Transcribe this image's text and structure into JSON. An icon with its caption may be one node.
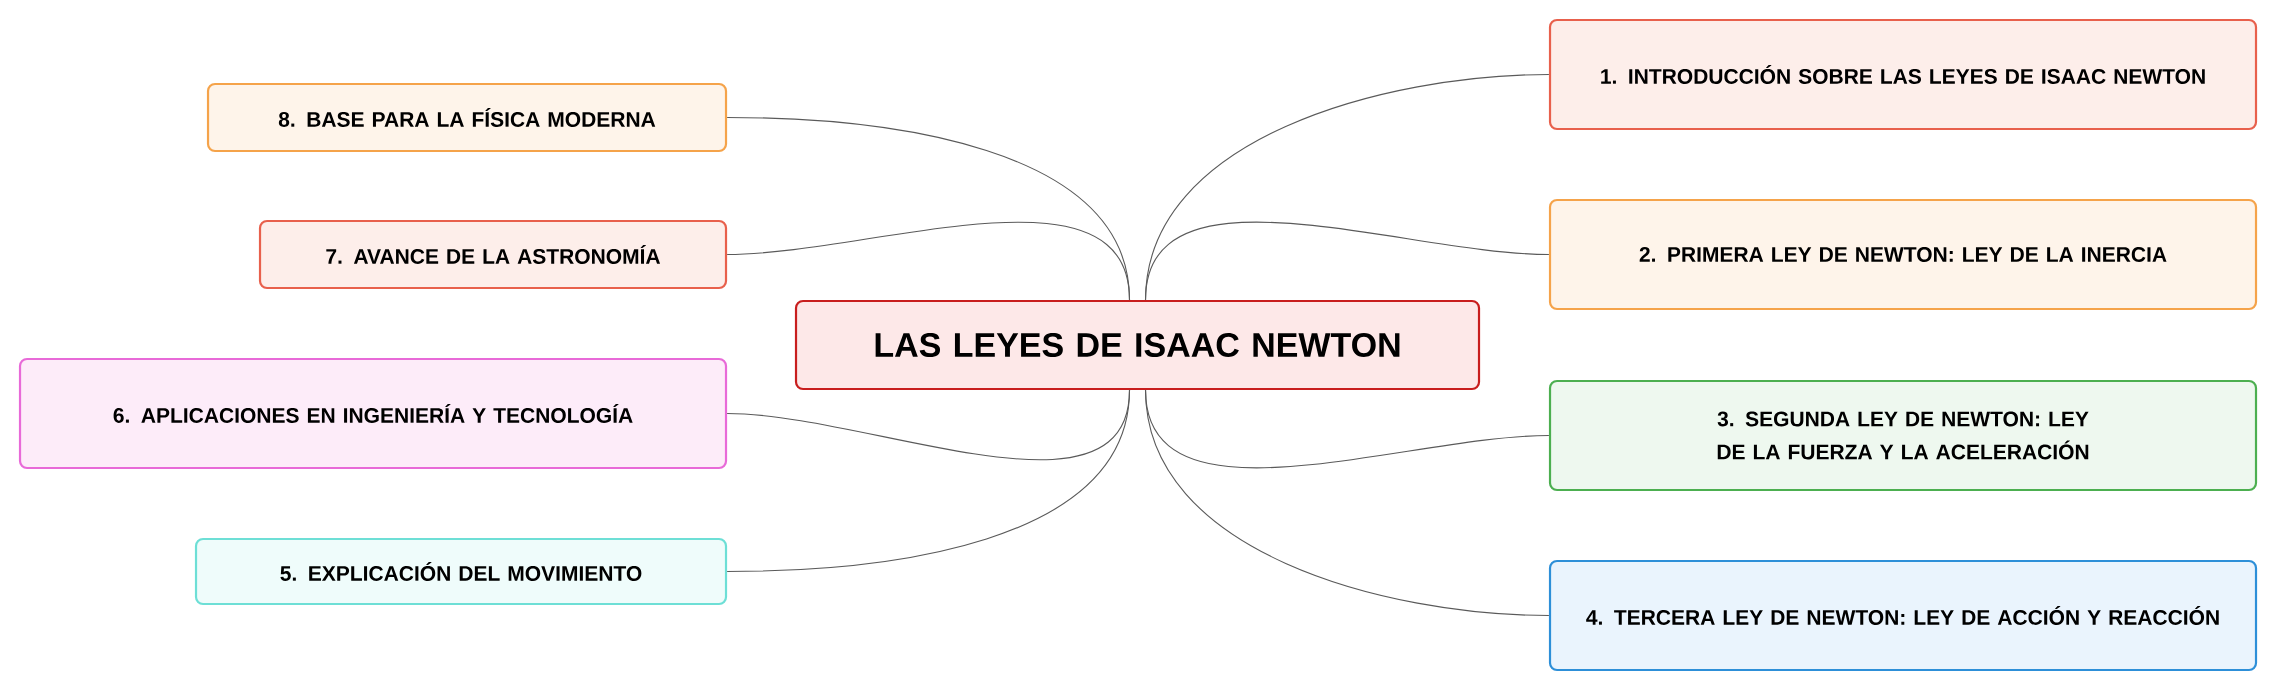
{
  "diagram": {
    "nodes": [
      {
        "text": [
          "LAS LEYES DE ISAAC NEWTON"
        ]
      },
      {
        "text": [
          "1. INTRODUCCIÓN SOBRE LAS LEYES DE ISAAC NEWTON"
        ]
      },
      {
        "text": [
          "2. PRIMERA LEY DE NEWTON: LEY DE LA INERCIA"
        ]
      },
      {
        "text": [
          "3. SEGUNDA LEY DE NEWTON: LEY DE LA FUERZA Y LA ACELERACIÓN"
        ]
      },
      {
        "text": [
          "4. TERCERA LEY DE NEWTON: LEY DE ACCIÓN Y REACCIÓN"
        ]
      },
      {
        "text": [
          "5. EXPLICACIÓN DEL MOVIMIENTO"
        ]
      },
      {
        "text": [
          "6. APLICACIONES EN INGENIERÍA Y TECNOLOGÍA"
        ]
      },
      {
        "text": [
          "7. AVANCE DE LA ASTRONOMÍA"
        ]
      },
      {
        "text": [
          "8. BASE PARA LA FÍSICA MODERNA"
        ]
      }
    ],
    "edges": [
      {
        "from": 0,
        "to": 1,
        "arrow": "none"
      },
      {
        "from": 0,
        "to": 2,
        "arrow": "none"
      },
      {
        "from": 0,
        "to": 3,
        "arrow": "none"
      },
      {
        "from": 0,
        "to": 4,
        "arrow": "none"
      },
      {
        "from": 0,
        "to": 5,
        "arrow": "none"
      },
      {
        "from": 0,
        "to": 6,
        "arrow": "none"
      },
      {
        "from": 0,
        "to": 7,
        "arrow": "none"
      },
      {
        "from": 0,
        "to": 8,
        "arrow": "none"
      }
    ]
  }
}
